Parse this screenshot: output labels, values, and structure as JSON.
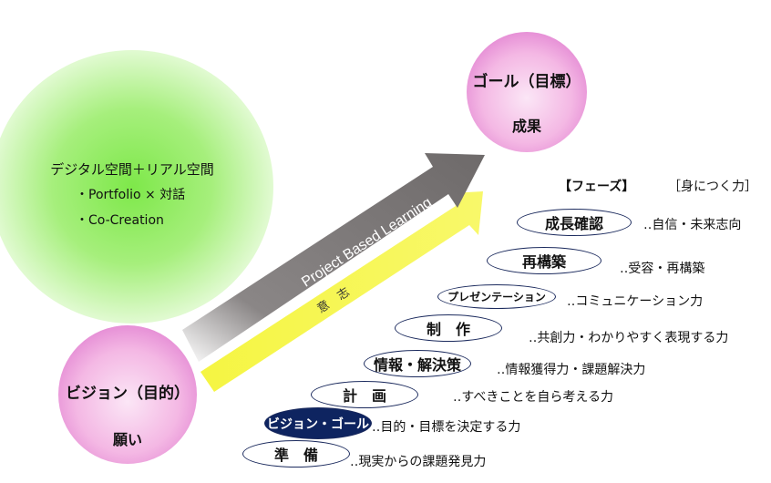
{
  "idea_blob": {
    "title": "デジタル空間＋リアル空間",
    "bullets": [
      "・Portfolio × 対話",
      "・Co-Creation"
    ]
  },
  "goal_circle": {
    "title": "ゴール（目標）",
    "subtitle": "成果"
  },
  "vision_circle": {
    "title": "ビジョン（目的）",
    "subtitle": "願い"
  },
  "arrows": {
    "main_label": "Project  Based Learning",
    "sub_label": "意　志"
  },
  "headers": {
    "phase": "【フェーズ】",
    "skill": "［身につく力］"
  },
  "phases": [
    {
      "label": "成長確認",
      "skill": "‥自信・未来志向"
    },
    {
      "label": "再構築",
      "skill": "‥受容・再構築"
    },
    {
      "label": "プレゼンテーション",
      "skill": "‥コミュニケーション力"
    },
    {
      "label": "制　作",
      "skill": "‥共創力・わかりやすく表現する力"
    },
    {
      "label": "情報・解決策",
      "skill": "‥情報獲得力・課題解決力"
    },
    {
      "label": "計　画",
      "skill": "‥すべきことを自ら考える力"
    },
    {
      "label": "ビジョン・ゴール",
      "skill": "‥目的・目標を決定する力"
    },
    {
      "label": "準　備",
      "skill": "‥現実からの課題発見力"
    }
  ],
  "colors": {
    "highlight_phase": "#0e2460",
    "arrow_main": "#6e6a6a",
    "arrow_sub": "#f5f542",
    "blob": "#7ee84a",
    "circle": "#f4b8e4"
  }
}
